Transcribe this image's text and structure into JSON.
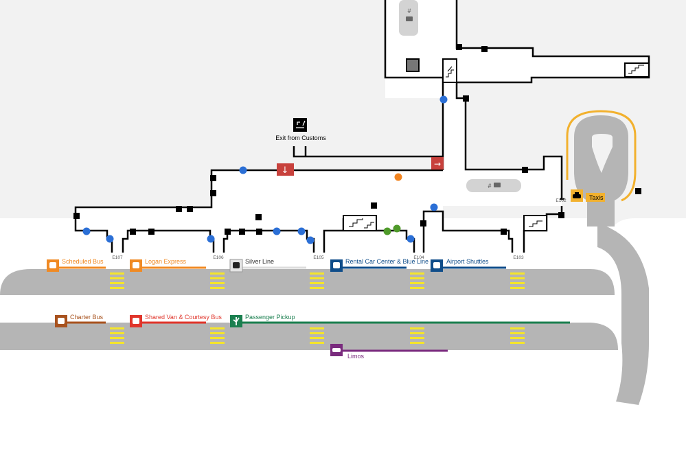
{
  "colors": {
    "background_land": "#f2f2f2",
    "road": "#b5b5b5",
    "crosswalk": "#f5e52a",
    "wall": "#000000",
    "elevator_dot": "#2b6fd6",
    "info_dot": "#f28420",
    "green_dot": "#4f9a2a",
    "exit_red": "#c8413c",
    "taxi_outline": "#f2b12e"
  },
  "customs": {
    "label": "Exit from Customs",
    "icon": "customs-officer-icon"
  },
  "baggage_claim_top": {
    "label": "#",
    "icon": "luggage-icon"
  },
  "baggage_claim_mid": {
    "label": "#",
    "icon": "luggage-icon"
  },
  "doors": [
    "E107",
    "E106",
    "E105",
    "E104",
    "E103",
    "E102"
  ],
  "transport_curb_inner": [
    {
      "label": "Scheduled Bus",
      "color": "#f08a24",
      "icon": "bus-icon"
    },
    {
      "label": "Logan Express",
      "color": "#f08a24",
      "icon": "bus-icon"
    },
    {
      "label": "Silver Line",
      "color": "#666666",
      "icon": "bus-icon"
    },
    {
      "label": "Rental Car Center & Blue Line",
      "color": "#0f4d8a",
      "icon": "bus-icon"
    },
    {
      "label": "Airport Shuttles",
      "color": "#0f4d8a",
      "icon": "bus-icon"
    }
  ],
  "transport_curb_outer": [
    {
      "label": "Charter Bus",
      "color": "#a8521e",
      "icon": "bus-icon"
    },
    {
      "label": "Shared Van & Courtesy Bus",
      "color": "#e0352b",
      "icon": "van-icon"
    },
    {
      "label": "Passenger Pickup",
      "color": "#1a7f4f",
      "icon": "person-waving-icon"
    },
    {
      "label": "Limos",
      "color": "#7a2b7e",
      "icon": "car-icon"
    }
  ],
  "taxi": {
    "label": "Taxis",
    "color": "#f2b12e",
    "icon": "taxi-icon"
  }
}
